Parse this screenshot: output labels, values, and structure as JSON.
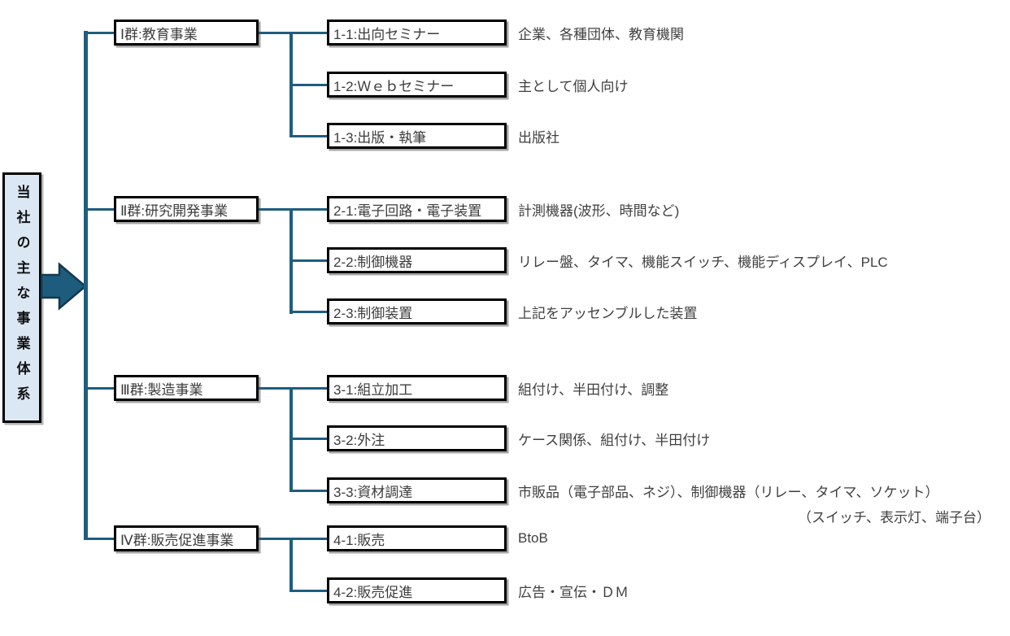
{
  "diagram": {
    "root": {
      "label": "当社の主な事業体系"
    },
    "groups": [
      {
        "label": "Ⅰ群:教育事業",
        "items": [
          {
            "label": "1-1:出向セミナー",
            "desc": "企業、各種団体、教育機関"
          },
          {
            "label": "1-2:Ｗｅｂセミナー",
            "desc": "主として個人向け"
          },
          {
            "label": "1-3:出版・執筆",
            "desc": "出版社"
          }
        ]
      },
      {
        "label": "Ⅱ群:研究開発事業",
        "items": [
          {
            "label": "2-1:電子回路・電子装置",
            "desc": "計測機器(波形、時間など)"
          },
          {
            "label": "2-2:制御機器",
            "desc": "リレー盤、タイマ、機能スイッチ、機能ディスプレイ、PLC"
          },
          {
            "label": "2-3:制御装置",
            "desc": "上記をアッセンブルした装置"
          }
        ]
      },
      {
        "label": "Ⅲ群:製造事業",
        "items": [
          {
            "label": "3-1:組立加工",
            "desc": "組付け、半田付け、調整"
          },
          {
            "label": "3-2:外注",
            "desc": "ケース関係、組付け、半田付け"
          },
          {
            "label": "3-3:資材調達",
            "desc": "市販品（電子部品、ネジ）、制御機器（リレー、タイマ、ソケット）",
            "desc2": "（スイッチ、表示灯、端子台）"
          }
        ]
      },
      {
        "label": "Ⅳ群:販売促進事業",
        "items": [
          {
            "label": "4-1:販売",
            "desc": "BtoB"
          },
          {
            "label": "4-2:販売促進",
            "desc": "広告・宣伝・ＤＭ"
          }
        ]
      }
    ],
    "colors": {
      "line": "#1f5d7e",
      "arrow_fill": "#1e5c7d",
      "arrow_outline": "#16384e",
      "root_fill": "#dbe8f4",
      "border": "#000000"
    }
  }
}
